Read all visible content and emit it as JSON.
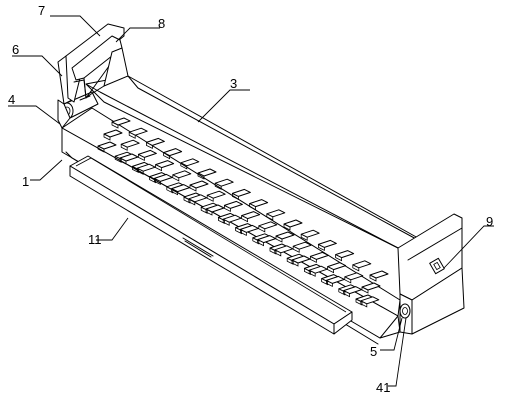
{
  "diagram": {
    "labels": {
      "l1": "1",
      "l3": "3",
      "l4": "4",
      "l5": "5",
      "l6": "6",
      "l7": "7",
      "l8": "8",
      "l9": "9",
      "l11": "11",
      "l41": "41"
    }
  }
}
